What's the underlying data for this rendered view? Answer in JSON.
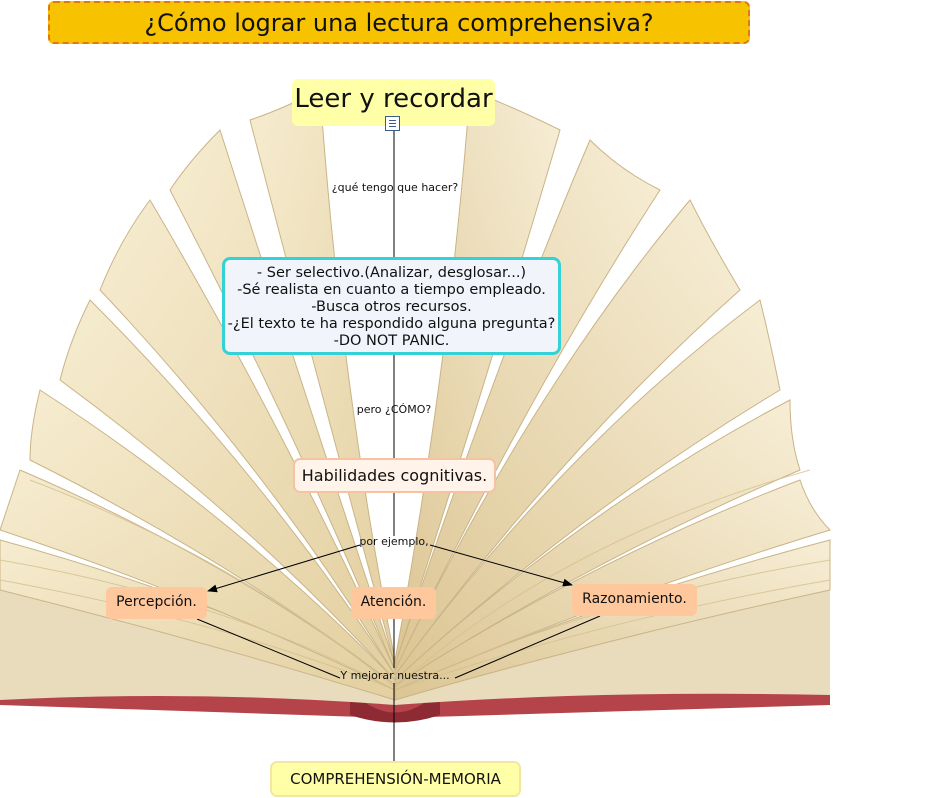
{
  "title": "¿Cómo lograr una lectura comprehensiva?",
  "main_concept": "Leer y recordar",
  "link_1": "¿qué tengo que hacer?",
  "list_items": [
    "- Ser selectivo.(Analizar, desglosar...)",
    "-Sé realista en cuanto a tiempo empleado.",
    "-Busca otros recursos.",
    "-¿El texto te ha respondido alguna pregunta?",
    "-DO NOT PANIC."
  ],
  "link_2": "pero ¿CÓMO?",
  "habilidades": "Habilidades cognitivas.",
  "link_3": "por ejemplo,",
  "skills": [
    "Percepción.",
    "Atención.",
    "Razonamiento."
  ],
  "link_4": "Y mejorar nuestra...",
  "result": "COMPREHENSIÓN-MEMORIA",
  "colors": {
    "title_bg": "#f7c200",
    "main_bg": "#ffffa8",
    "list_border": "#34d1d6",
    "skill_bg": "#ffc79c"
  }
}
